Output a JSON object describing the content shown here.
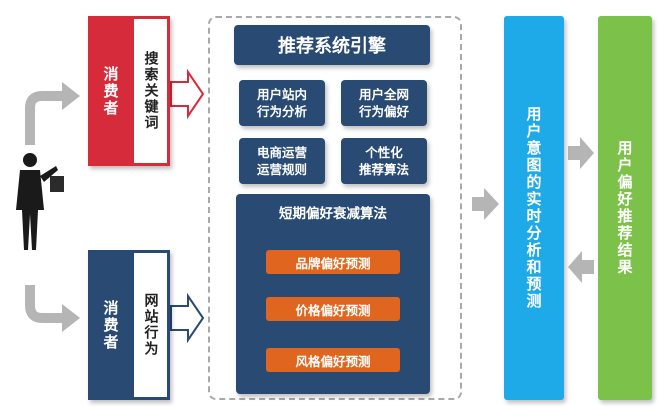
{
  "consumer_top": {
    "label": "消费者",
    "action": "搜索关键词"
  },
  "consumer_bottom": {
    "label": "消费者",
    "action": "网站行为"
  },
  "engine": {
    "title": "推荐系统引擎",
    "cells": [
      "用户站内\n行为分析",
      "用户全网\n行为偏好",
      "电商运营\n运营规则",
      "个性化\n推荐算法"
    ],
    "decay_title": "短期偏好衰减算法",
    "predictions": [
      "品牌偏好预测",
      "价格偏好预测",
      "风格偏好预测"
    ]
  },
  "realtime_analysis": "用户意图的实时分析和预测",
  "preference_result": "用户偏好推荐结果",
  "colors": {
    "red": "#d62b3a",
    "navy": "#284a73",
    "orange": "#e0651e",
    "blue": "#1ea9e8",
    "green": "#7cc24a",
    "arrow": "#b5b5b5"
  }
}
